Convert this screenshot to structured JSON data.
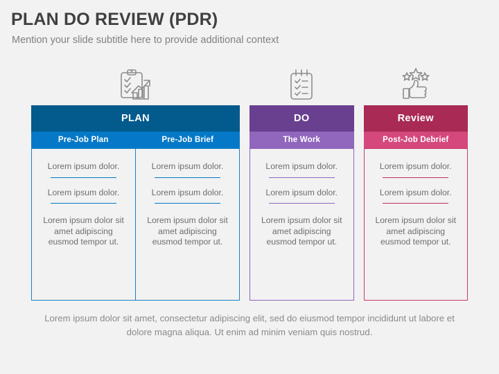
{
  "slide": {
    "title": "PLAN DO REVIEW (PDR)",
    "subtitle": "Mention your slide subtitle here to provide additional context",
    "background_color": "#f2f2f2",
    "title_color": "#404040",
    "subtitle_color": "#808080",
    "footer": "Lorem ipsum dolor sit amet, consectetur adipiscing elit, sed do eiusmod tempor incididunt ut labore et dolore magna aliqua. Ut enim ad minim veniam quis nostrud.",
    "footer_color": "#8a8a8a"
  },
  "icons": [
    {
      "name": "clipboard-growth-chart-icon",
      "for_group": "PLAN",
      "color": "#8c8c8c"
    },
    {
      "name": "checklist-notepad-icon",
      "for_group": "DO",
      "color": "#8c8c8c"
    },
    {
      "name": "thumbs-up-stars-icon",
      "for_group": "Review",
      "color": "#8c8c8c"
    }
  ],
  "groups": [
    {
      "id": "plan",
      "title": "PLAN",
      "header_color": "#035a8c",
      "subheader_color": "#0579c8",
      "accent_color": "#0579c8",
      "border_color": "#1a81c4",
      "columns": [
        {
          "subtitle": "Pre-Job Plan",
          "items": [
            {
              "text": "Lorem ipsum dolor.",
              "underline": true
            },
            {
              "text": "Lorem ipsum dolor.",
              "underline": true
            },
            {
              "text": "Lorem ipsum dolor sit amet adipiscing eusmod tempor ut.",
              "underline": false
            }
          ]
        },
        {
          "subtitle": "Pre-Job Brief",
          "items": [
            {
              "text": "Lorem ipsum dolor.",
              "underline": true
            },
            {
              "text": "Lorem ipsum dolor.",
              "underline": true
            },
            {
              "text": "Lorem ipsum dolor sit amet adipiscing eusmod tempor ut.",
              "underline": false
            }
          ]
        }
      ]
    },
    {
      "id": "do",
      "title": "DO",
      "header_color": "#69408f",
      "subheader_color": "#9166bd",
      "accent_color": "#9166bd",
      "border_color": "#8f63bd",
      "columns": [
        {
          "subtitle": "The Work",
          "items": [
            {
              "text": "Lorem ipsum dolor.",
              "underline": true
            },
            {
              "text": "Lorem ipsum dolor.",
              "underline": true
            },
            {
              "text": "Lorem ipsum dolor sit amet adipiscing eusmod tempor ut.",
              "underline": false
            }
          ]
        }
      ]
    },
    {
      "id": "review",
      "title": "Review",
      "header_color": "#a82a55",
      "subheader_color": "#d4487c",
      "accent_color": "#c42a63",
      "border_color": "#c93a6a",
      "columns": [
        {
          "subtitle": "Post-Job Debrief",
          "items": [
            {
              "text": "Lorem ipsum dolor.",
              "underline": true
            },
            {
              "text": "Lorem ipsum dolor.",
              "underline": true
            },
            {
              "text": "Lorem ipsum dolor sit amet adipiscing eusmod tempor ut.",
              "underline": false
            }
          ]
        }
      ]
    }
  ]
}
